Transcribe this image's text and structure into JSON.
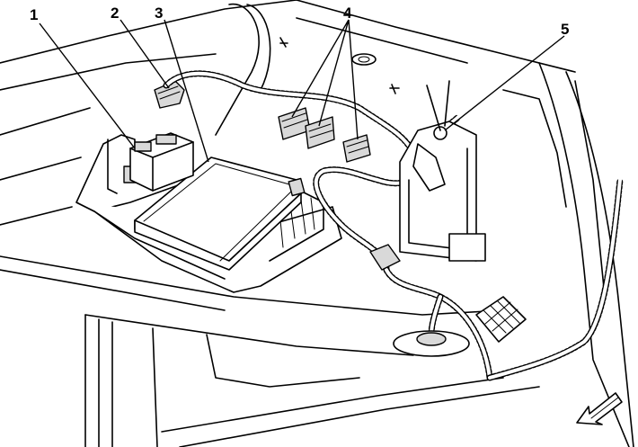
{
  "callouts": [
    {
      "id": "1",
      "label": "1"
    },
    {
      "id": "2",
      "label": "2"
    },
    {
      "id": "3",
      "label": "3"
    },
    {
      "id": "4",
      "label": "4"
    },
    {
      "id": "5",
      "label": "5"
    }
  ],
  "icons": {
    "direction_arrow": "front-direction-arrow-icon"
  },
  "colors": {
    "line": "#000000",
    "background": "#ffffff"
  }
}
